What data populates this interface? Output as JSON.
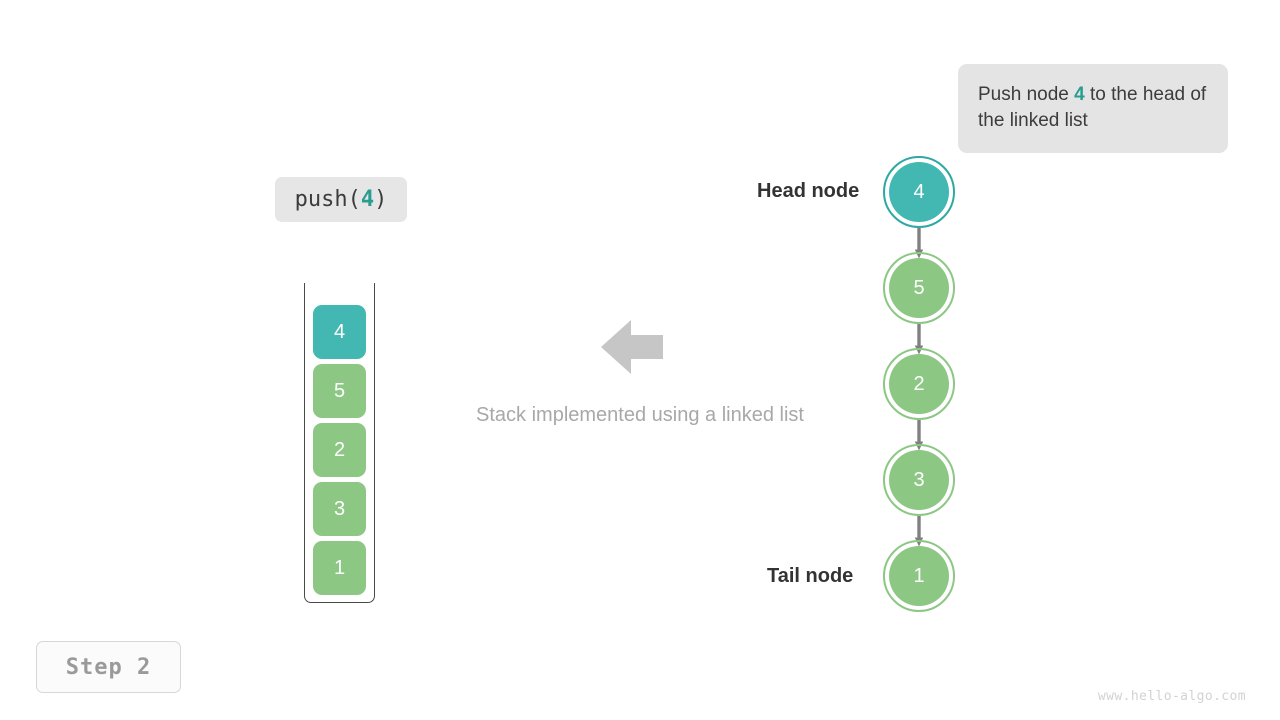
{
  "callout": {
    "text_before": "Push node ",
    "highlight": "4",
    "text_after": " to the head of the linked list"
  },
  "operation_chip": {
    "prefix": "push(",
    "argument": "4",
    "suffix": ")"
  },
  "stack": {
    "label": "Stack implemented using a linked list",
    "cells": [
      {
        "value": "4",
        "color": "teal"
      },
      {
        "value": "5",
        "color": "green"
      },
      {
        "value": "2",
        "color": "green"
      },
      {
        "value": "3",
        "color": "green"
      },
      {
        "value": "1",
        "color": "green"
      }
    ]
  },
  "linked_list": {
    "head_label": "Head node",
    "tail_label": "Tail node",
    "nodes": [
      {
        "value": "4",
        "color": "teal"
      },
      {
        "value": "5",
        "color": "green"
      },
      {
        "value": "2",
        "color": "green"
      },
      {
        "value": "3",
        "color": "green"
      },
      {
        "value": "1",
        "color": "green"
      }
    ]
  },
  "step_badge": {
    "label": "Step 2"
  },
  "watermark": {
    "text": "www.hello-algo.com"
  },
  "colors": {
    "teal": "#43b8b2",
    "teal_ring": "#2fa8a3",
    "green": "#8cc784",
    "accent_text": "#2a9d8f",
    "callout_bg": "#e4e4e4",
    "chip_bg": "#e6e6e6",
    "arrow_gray": "#c6c6c6",
    "connector_gray": "#808080",
    "caption_gray": "#a8a8a8"
  }
}
